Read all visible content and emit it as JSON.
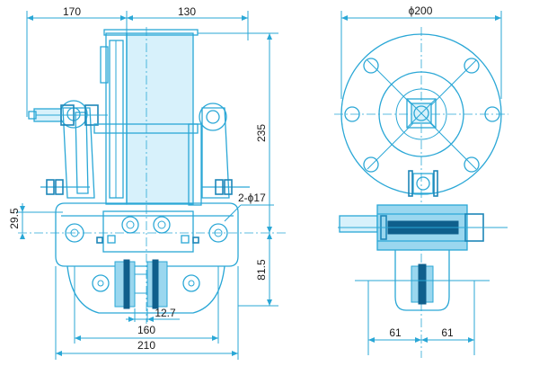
{
  "dimensions": {
    "top_left_width": "170",
    "top_mid_width": "130",
    "height_right": "235",
    "left_offset": "29.5",
    "hole_callout": "2-ϕ17",
    "lower_height": "81.5",
    "gap_width": "12.7",
    "inner_width": "160",
    "overall_width": "210",
    "diameter": "ϕ200",
    "side_left": "61",
    "side_right": "61"
  },
  "colors": {
    "line": "#2aa7d6",
    "dark_line": "#1d86b8",
    "light_fill": "#d7f1fb",
    "hatch_fill": "#9ad7ef",
    "text": "#1a1a1a"
  }
}
